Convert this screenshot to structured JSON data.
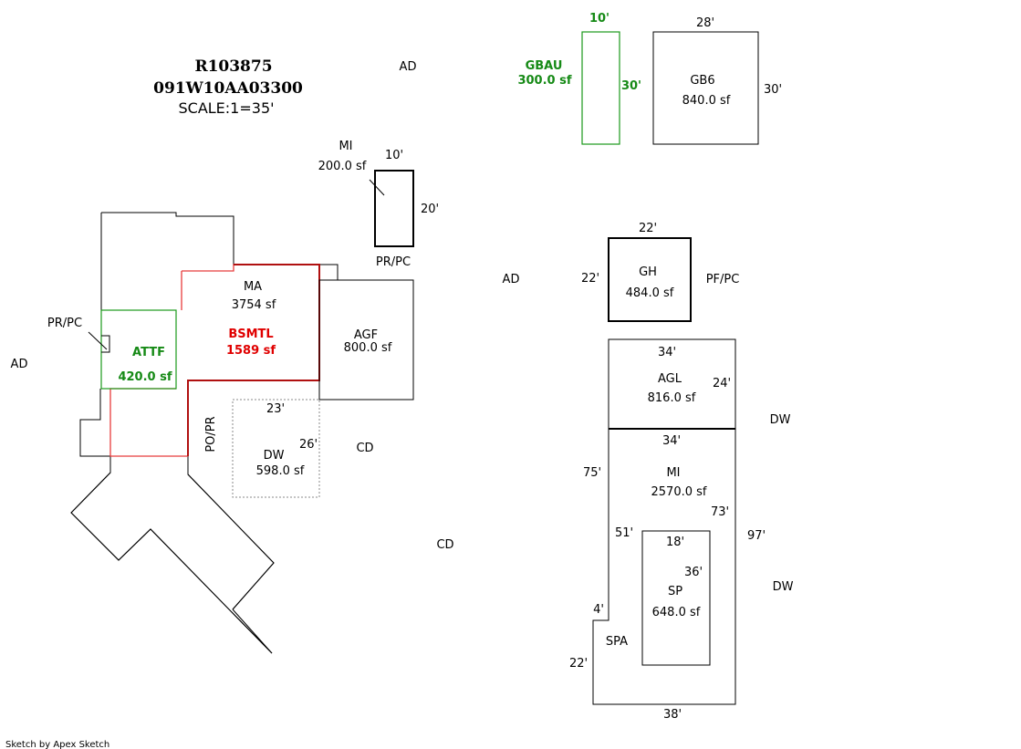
{
  "header": {
    "parcel_id": "R103875",
    "map_number": "091W10AA03300",
    "scale": "SCALE:1=35'"
  },
  "footer": "Sketch by Apex Sketch",
  "labels": {
    "ad_top": "AD",
    "ad_left": "AD",
    "ad_mid": "AD",
    "cd_upper": "CD",
    "cd_lower": "CD",
    "dw_upper": "DW",
    "dw_lower": "DW",
    "pr_pc_left": "PR/PC",
    "pr_pc_mi": "PR/PC",
    "pf_pc": "PF/PC",
    "po_pr": "PO/PR"
  },
  "areas": {
    "ma": {
      "name": "MA",
      "area": "3754 sf"
    },
    "bsmtl": {
      "name": "BSMTL",
      "area": "1589 sf"
    },
    "attf": {
      "name": "ATTF",
      "area": "420.0 sf"
    },
    "agf": {
      "name": "AGF",
      "area": "800.0 sf"
    },
    "dw": {
      "name": "DW",
      "area": "598.0 sf",
      "w": "23'",
      "h": "26'"
    },
    "mi_small": {
      "name": "MI",
      "area": "200.0 sf",
      "w": "10'",
      "h": "20'"
    },
    "gbau": {
      "name": "GBAU",
      "area": "300.0 sf",
      "w": "10'",
      "h": "30'"
    },
    "gb6": {
      "name": "GB6",
      "area": "840.0 sf",
      "w": "28'",
      "h": "30'"
    },
    "gh": {
      "name": "GH",
      "area": "484.0 sf",
      "w": "22'",
      "h": "22'"
    },
    "agl": {
      "name": "AGL",
      "area": "816.0 sf",
      "w": "34'",
      "h": "24'"
    },
    "mi_large": {
      "name": "MI",
      "area": "2570.0 sf",
      "top": "34'",
      "left": "75'",
      "inner_left": "51'",
      "inner_right": "73'",
      "right": "97'",
      "step": "4'",
      "lower_left": "22'",
      "bottom": "38'"
    },
    "sp": {
      "name": "SP",
      "area": "648.0 sf",
      "w": "18'",
      "h": "36'"
    },
    "spa": {
      "name": "SPA"
    }
  },
  "colors": {
    "red": "#e00000",
    "green": "#168a16",
    "dark_red": "#b01010"
  }
}
